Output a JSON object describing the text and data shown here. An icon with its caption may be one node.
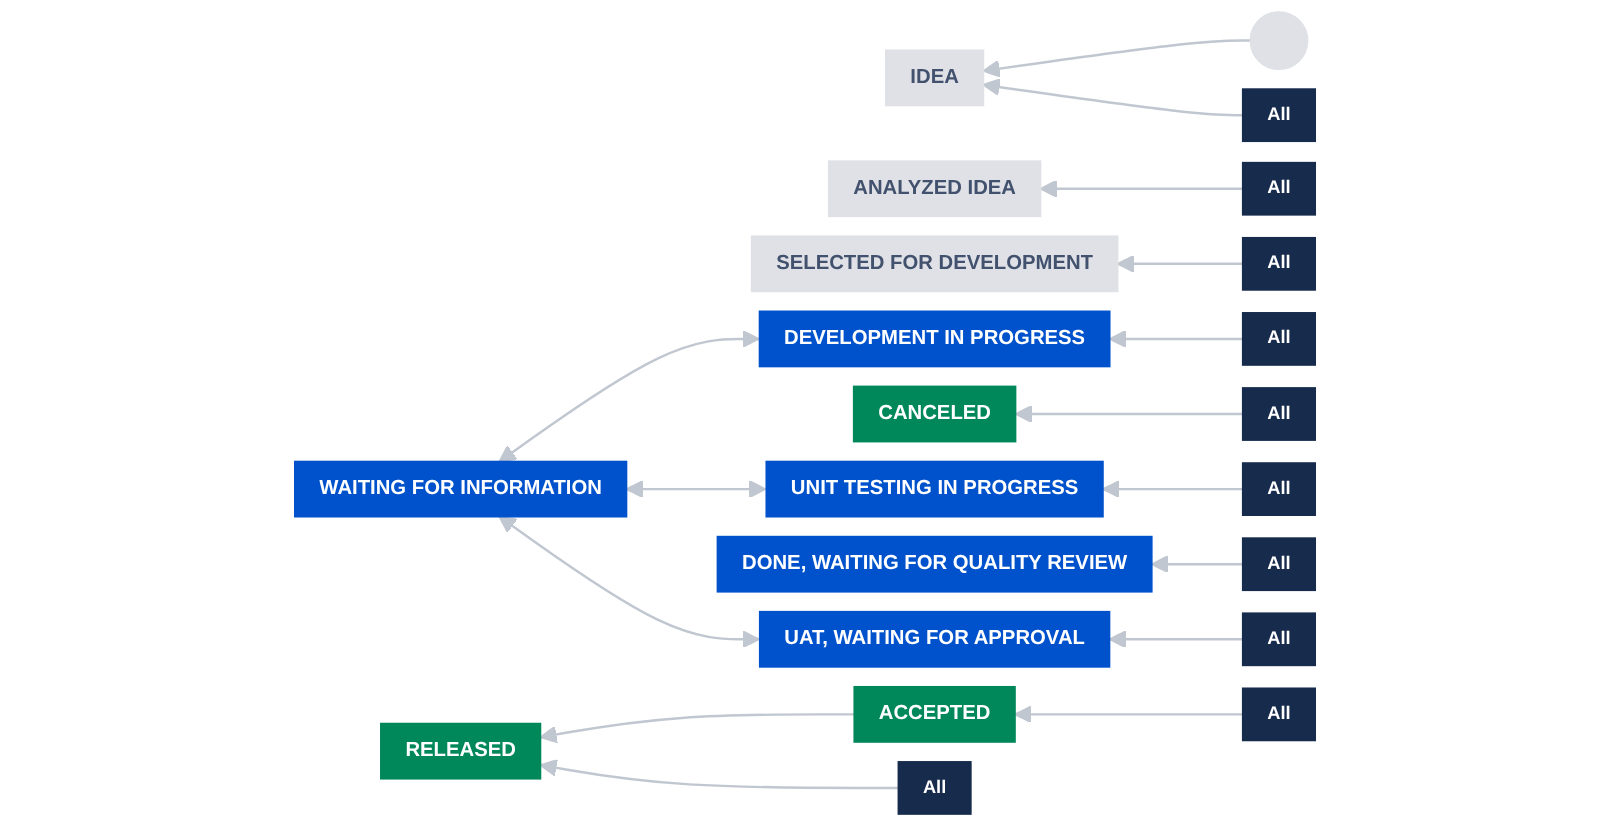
{
  "diagram": {
    "nodes": [
      {
        "text": [],
        "shape": "circle"
      },
      {
        "text": [
          "IDEA"
        ]
      },
      {
        "text": [
          "All"
        ]
      },
      {
        "text": [
          "ANALYZED IDEA"
        ]
      },
      {
        "text": [
          "All"
        ]
      },
      {
        "text": [
          "SELECTED FOR DEVELOPMENT"
        ]
      },
      {
        "text": [
          "All"
        ]
      },
      {
        "text": [
          "DEVELOPMENT IN PROGRESS"
        ]
      },
      {
        "text": [
          "All"
        ]
      },
      {
        "text": [
          "CANCELED"
        ]
      },
      {
        "text": [
          "All"
        ]
      },
      {
        "text": [
          "WAITING FOR INFORMATION"
        ]
      },
      {
        "text": [
          "UNIT TESTING IN PROGRESS"
        ]
      },
      {
        "text": [
          "All"
        ]
      },
      {
        "text": [
          "DONE, WAITING FOR QUALITY REVIEW"
        ]
      },
      {
        "text": [
          "All"
        ]
      },
      {
        "text": [
          "UAT, WAITING FOR APPROVAL"
        ]
      },
      {
        "text": [
          "All"
        ]
      },
      {
        "text": [
          "ACCEPTED"
        ]
      },
      {
        "text": [
          "All"
        ]
      },
      {
        "text": [
          "RELEASED"
        ]
      },
      {
        "text": [
          "All"
        ]
      }
    ],
    "edges": [
      {
        "from": 0,
        "to": 1,
        "arrow": "to"
      },
      {
        "from": 2,
        "to": 1,
        "arrow": "to"
      },
      {
        "from": 4,
        "to": 3,
        "arrow": "to"
      },
      {
        "from": 6,
        "to": 5,
        "arrow": "to"
      },
      {
        "from": 7,
        "to": 11,
        "arrow": "both"
      },
      {
        "from": 8,
        "to": 7,
        "arrow": "to"
      },
      {
        "from": 10,
        "to": 9,
        "arrow": "to"
      },
      {
        "from": 12,
        "to": 11,
        "arrow": "both"
      },
      {
        "from": 13,
        "to": 12,
        "arrow": "to"
      },
      {
        "from": 15,
        "to": 14,
        "arrow": "to"
      },
      {
        "from": 16,
        "to": 11,
        "arrow": "both"
      },
      {
        "from": 17,
        "to": 16,
        "arrow": "to"
      },
      {
        "from": 18,
        "to": 20,
        "arrow": "to"
      },
      {
        "from": 19,
        "to": 18,
        "arrow": "to"
      },
      {
        "from": 21,
        "to": 20,
        "arrow": "to"
      }
    ]
  }
}
